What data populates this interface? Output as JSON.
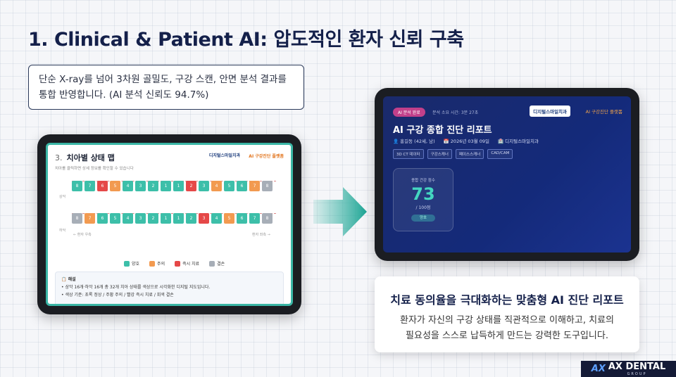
{
  "slide": {
    "title": "1. Clinical & Patient AI: 압도적인 환자 신뢰 구축",
    "callout": "단순 X-ray를 넘어 3차원 골밀도, 구강 스캔, 안면 분석 결과를 통합 반영합니다. (AI 분석 신뢰도 94.7%)"
  },
  "left_screen": {
    "num": "3.",
    "title": "치아별 상태 맵",
    "logo": "디지털스마일치과",
    "tagline": "AI 구강진단 플랫폼",
    "subtitle": "치아를 클릭하면 상세 정보를 확인할 수 있습니다",
    "upper_label": "상악",
    "lower_label": "하악",
    "upper_teeth": [
      {
        "n": "8",
        "s": "g"
      },
      {
        "n": "7",
        "s": "g"
      },
      {
        "n": "6",
        "s": "r"
      },
      {
        "n": "5",
        "s": "o"
      },
      {
        "n": "4",
        "s": "g"
      },
      {
        "n": "3",
        "s": "g"
      },
      {
        "n": "2",
        "s": "g"
      },
      {
        "n": "1",
        "s": "g"
      },
      {
        "n": "1",
        "s": "g"
      },
      {
        "n": "2",
        "s": "r"
      },
      {
        "n": "3",
        "s": "g"
      },
      {
        "n": "4",
        "s": "o"
      },
      {
        "n": "5",
        "s": "g"
      },
      {
        "n": "6",
        "s": "g"
      },
      {
        "n": "7",
        "s": "o"
      },
      {
        "n": "8",
        "s": "x"
      }
    ],
    "lower_teeth": [
      {
        "n": "8",
        "s": "x"
      },
      {
        "n": "7",
        "s": "o"
      },
      {
        "n": "6",
        "s": "g"
      },
      {
        "n": "5",
        "s": "g"
      },
      {
        "n": "4",
        "s": "g"
      },
      {
        "n": "3",
        "s": "g"
      },
      {
        "n": "2",
        "s": "g"
      },
      {
        "n": "1",
        "s": "g"
      },
      {
        "n": "1",
        "s": "g"
      },
      {
        "n": "2",
        "s": "g"
      },
      {
        "n": "3",
        "s": "r"
      },
      {
        "n": "4",
        "s": "g"
      },
      {
        "n": "5",
        "s": "o"
      },
      {
        "n": "6",
        "s": "g"
      },
      {
        "n": "7",
        "s": "g"
      },
      {
        "n": "8",
        "s": "x"
      }
    ],
    "left_hint": "← 환자 우측",
    "right_hint": "환자 좌측 →",
    "legend": [
      "양호",
      "주의",
      "즉시 치료",
      "결손"
    ],
    "notes_title": "해설",
    "notes": [
      "상악 16개·하악 16개 총 32개 치아 상태를 색상으로 시각화한 디지털 지도입니다.",
      "색상 기준: 초록 정상 / 주황 주의 / 빨강 즉시 치료 / 회색 결손"
    ],
    "colors": {
      "g": "#3dbfa9",
      "o": "#f29a50",
      "r": "#e54848",
      "x": "#a7aeb7"
    }
  },
  "right_screen": {
    "badge": "AI 분석 완료",
    "time": "분석 소요 시간: 3분 27초",
    "logo": "디지털스마일치과",
    "tagline": "AI 구강진단 플랫폼",
    "title": "AI 구강 종합 진단 리포트",
    "patient": "홍길동 (42세, 남)",
    "date": "2026년 03월 09일",
    "clinic": "디지털스마일치과",
    "chips": [
      "3D CT 데이터",
      "구강스캐너",
      "페이스스캐너",
      "CAD/CAM"
    ],
    "score_label": "종합 건강 점수",
    "score_value": "73",
    "score_out_of": "/ 100점",
    "score_badge": "양호"
  },
  "card": {
    "title": "치료 동의율을 극대화하는 맞춤형 AI 진단 리포트",
    "body_line1": "환자가 자신의 구강 상태를 직관적으로 이해하고, 치료의",
    "body_line2": "필요성을 스스로 납득하게 만드는 강력한 도구입니다."
  },
  "brand": {
    "name": "AX DENTAL",
    "sub": "GROUP"
  }
}
